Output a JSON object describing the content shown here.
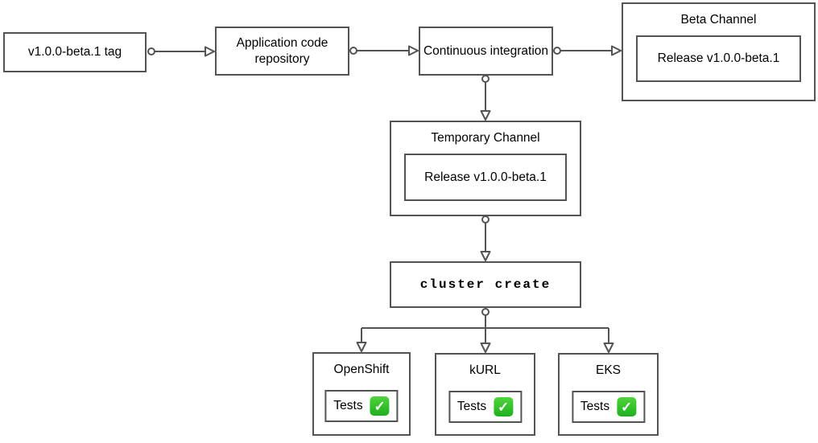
{
  "diagram": {
    "nodes": {
      "tag": {
        "label": "v1.0.0-beta.1 tag"
      },
      "app_repo": {
        "label": "Application code repository"
      },
      "ci": {
        "label": "Continuous integration"
      },
      "beta_channel": {
        "title": "Beta Channel",
        "release": "Release v1.0.0-beta.1"
      },
      "temp_channel": {
        "title": "Temporary Channel",
        "release": "Release v1.0.0-beta.1"
      },
      "cluster_create": {
        "label": "cluster create"
      }
    },
    "clusters": [
      {
        "title": "OpenShift",
        "tests_label": "Tests",
        "status_icon": "white-check-mark"
      },
      {
        "title": "kURL",
        "tests_label": "Tests",
        "status_icon": "white-check-mark"
      },
      {
        "title": "EKS",
        "tests_label": "Tests",
        "status_icon": "white-check-mark"
      }
    ],
    "check_glyph": "✓"
  },
  "colors": {
    "line": "#545454",
    "box_fill": "#ffffff",
    "text": "#000000",
    "check_bg_top": "#4fd43c",
    "check_bg_bottom": "#1faf1e",
    "check_mark": "#ffffff",
    "background": "#ffffff"
  }
}
